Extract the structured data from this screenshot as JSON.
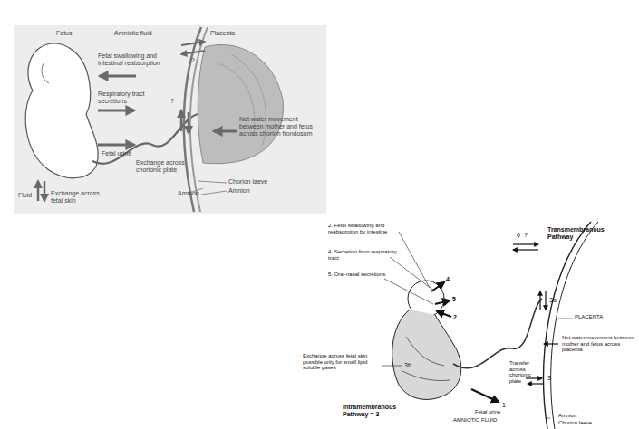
{
  "diagram": {
    "labels": [
      "Fetus",
      "Amniotic fluid",
      "Placenta",
      "Fetal swallowing and intestinal reabsorption",
      "Respiratory tract secretions",
      "?",
      "?",
      "Net water movement between mother and fetus across chorion frondosum",
      "Fetal urine",
      "Exchange across chorionic plate",
      "Amnion",
      "Chorion laeve",
      "Amnion",
      "Fluid",
      "Exchange across fetal skin",
      "2. Fetal swallowing and reabsorption by intestine",
      "4. Secretion from respiratory tract",
      "5. Oral-nasal secretions",
      "6",
      "?",
      "Transmembranous Pathway",
      "4",
      "5",
      "2",
      "3a",
      "PLACENTA",
      "Net water movement between mother and fetus across placenta",
      "Exchange across fetal skin possible only for small lipid soluble gases",
      "3b",
      "Transfer across chorionic plate",
      "3",
      "1",
      "Fetal urine",
      "AMNIOTIC FLUID",
      "Intramembranous Pathway = 3",
      "Amnion",
      "Chorion laeve"
    ]
  }
}
